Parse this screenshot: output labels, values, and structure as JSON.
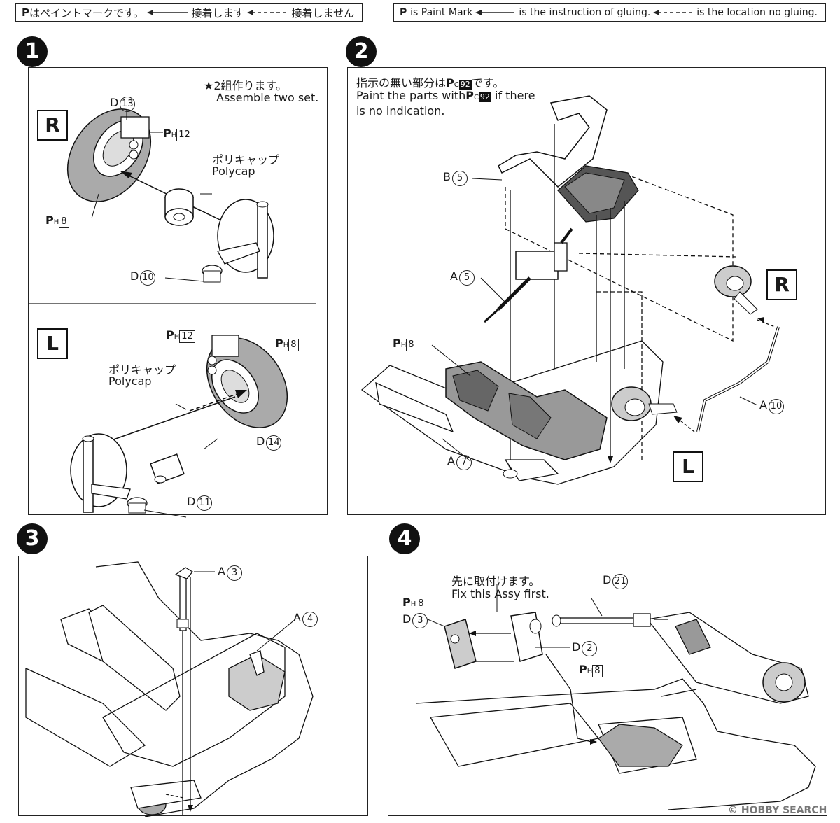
{
  "legend_jp": {
    "paint": "はペイントマークです。",
    "glue": "接着します",
    "noglue": "接着しません"
  },
  "legend_en": {
    "paint": "is Paint Mark",
    "glue": "is the instruction of gluing.",
    "noglue": "is the location no gluing."
  },
  "step1": {
    "num": "1",
    "note_jp": "★2組作ります。",
    "note_en": "Assemble two set.",
    "side_r": "R",
    "side_l": "L",
    "polycap_jp": "ポリキャップ",
    "polycap_en": "Polycap",
    "d13": "D",
    "d13n": "13",
    "d10": "D",
    "d10n": "10",
    "d14": "D",
    "d14n": "14",
    "d11": "D",
    "d11n": "11",
    "ph12": "12",
    "ph8": "8"
  },
  "step2": {
    "num": "2",
    "note_jp_a": "指示の無い部分は",
    "note_jp_b": "です。",
    "note_en_a": "Paint the parts with",
    "note_en_b": "if there",
    "note_en_c": "is no indication.",
    "pc": "92",
    "b5": "B",
    "b5n": "5",
    "a5": "A",
    "a5n": "5",
    "a7": "A",
    "a7n": "7",
    "a10": "A",
    "a10n": "10",
    "ph8": "8",
    "side_r": "R",
    "side_l": "L"
  },
  "step3": {
    "num": "3",
    "a3": "A",
    "a3n": "3",
    "a4": "A",
    "a4n": "4"
  },
  "step4": {
    "num": "4",
    "note_jp": "先に取付けます。",
    "note_en": "Fix this Assy first.",
    "d21": "D",
    "d21n": "21",
    "d3": "D",
    "d3n": "3",
    "d2": "D",
    "d2n": "2",
    "ph8": "8"
  },
  "watermark": "© HOBBY SEARCH"
}
